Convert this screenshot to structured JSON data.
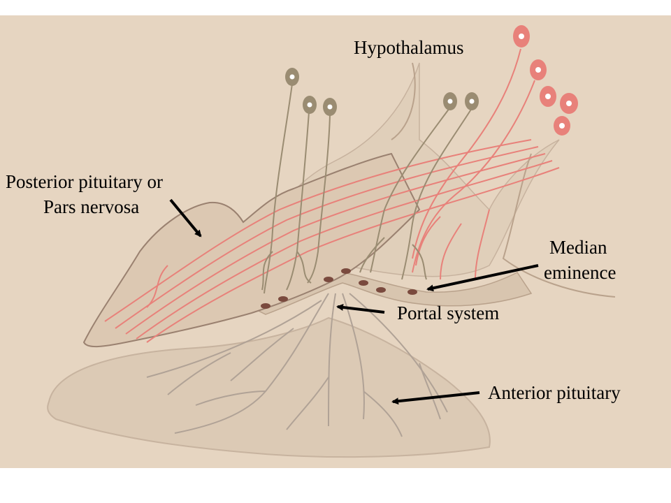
{
  "labels": {
    "hypothalamus": "Hypothalamus",
    "posterior_line1": "Posterior pituitary or",
    "posterior_line2": "Pars nervosa",
    "median_line1": "Median",
    "median_line2": "eminence",
    "portal": "Portal system",
    "anterior": "Anterior pituitary"
  },
  "colors": {
    "slide_background": "#e6d5c1",
    "tissue_fill": "#dccab5",
    "tissue_edge": "#a08a78",
    "neurosecretory_red": "#e8817a",
    "neuron_olive": "#9a8c72",
    "vessel_grey": "#b0a296",
    "portal_dots": "#7a4a3e",
    "label_text": "#000000",
    "arrow": "#000000"
  }
}
